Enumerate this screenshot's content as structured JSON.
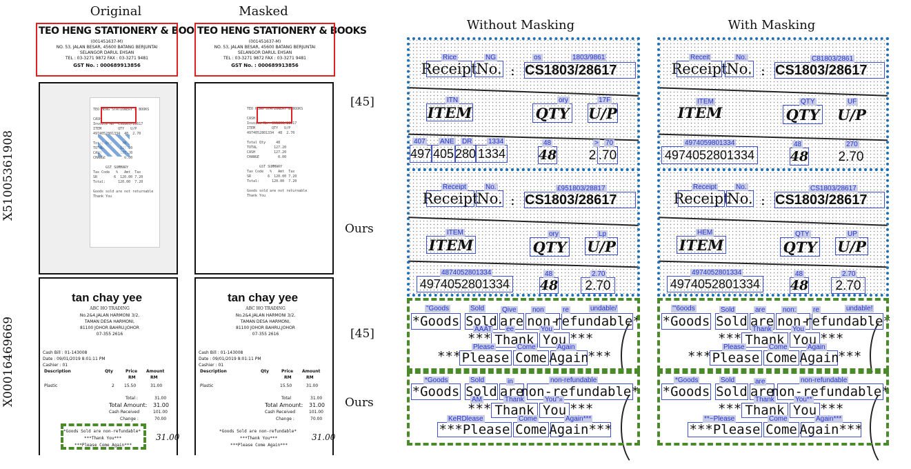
{
  "headers": {
    "original": "Original",
    "masked": "Masked",
    "without_masking": "Without Masking",
    "with_masking": "With Masking"
  },
  "row_labels": {
    "ref1": "[45]",
    "ours1": "Ours",
    "ref2": "[45]",
    "ours2": "Ours"
  },
  "receipt_ids": {
    "r1": "X51005361908",
    "r2": "X00016469669"
  },
  "colors": {
    "red_box": "#e02020",
    "blue_box": "#1f6fb5",
    "green_box": "#4a8a2a",
    "pred_label_text": "#2233cc",
    "token_box": "#3d4fd6"
  },
  "receipt_top": {
    "company": "TEO HENG STATIONERY & BOOKS",
    "reg": "(001451637-M)",
    "addr1": "NO. 53, JALAN BESAR, 45600 BATANG BERJUNTAI",
    "addr2": "SELANGOR DARUL EHSAN",
    "tel": "TEL : 03-3271 9872     FAX : 03-3271 9481",
    "gst": "GST No. : 000689913856"
  },
  "receipt_mid": {
    "lines": "TEO HENG STATIONERY & BOOKS\n\nCASH\nInvoice No  CS1803/28617\nITEM        QTY   U/P\n4974052801334  48  2.70\n\nTotal Qty     48\nTOTAL        127.20\nCASH         127.20\nCHANGE         0.00\n\n      GST SUMMARY\nTax Code   %   Amt  Tax\nSR        6  120.00 7.20\nTotal:      120.00  7.20\n\nGoods sold are not returnable\nThank You"
  },
  "receipt_bottom": {
    "name": "tan chay yee",
    "shop": "ABC HO TRADING",
    "addr1": "No.2&4,JALAN HARMONI 3/2,",
    "addr2": "TAMAN DESA HARMONI,",
    "addr3": "81100 JOHOR BAHRU,JOHOR",
    "phone": "07-355 2616",
    "bill": "Cash Bill  :  01-143008",
    "date": "Date       :  09/01/2019 8:01:11 PM",
    "cashier": "Cashier    :  01",
    "hdr_desc": "Description",
    "hdr_qty": "Qty",
    "hdr_price": "Price",
    "hdr_amount": "Amount",
    "rm1": "RM",
    "rm2": "RM",
    "item": "Plastic",
    "item_qty": "2",
    "item_price": "15.50",
    "item_amt": "31.00",
    "total_lbl": "Total :",
    "total_val": "31.00",
    "total_amount_lbl": "Total Amount:",
    "total_amount_val": "31.00",
    "cash_lbl": "Cash Received",
    "cash_val": "101.00",
    "change_lbl": "Change :",
    "change_val": "70.00",
    "footer1": "*Goods Sold are non-refundable*",
    "footer2": "***Thank You***",
    "footer3": "***Please Come Again***",
    "handwritten": "31.00",
    "masked_total_lbl": "Total",
    "masked_item_qty": ""
  },
  "zoom_receipt_tokens": {
    "receipt": "Receipt",
    "no": "No.",
    "colon": ":",
    "invoice": "CS1803/28617",
    "item": "ITEM",
    "qty": "QTY",
    "up": "U/P",
    "barcode": "4974052801334",
    "barcode_a": "497",
    "barcode_b": "405",
    "barcode_c": "280",
    "barcode_d": "1334",
    "qty_val": "48",
    "price_a": "2",
    "price_b": ".70",
    "price": "2.70"
  },
  "zoom_footer_tokens": {
    "goods": "*Goods",
    "sold": "Sold",
    "are": "are",
    "non": "non-",
    "refundable": "refundable*",
    "nonrefundable": "non-refundable*",
    "stars1": "***",
    "thank": "Thank",
    "you": "You",
    "stars2": "***",
    "please": "***Please",
    "please_plain": "Please",
    "come": "Come",
    "again": "Again",
    "again_stars": "Again***",
    "stars3": "***"
  },
  "predictions": {
    "q1": {
      "receipt": "Rice",
      "no": "NG",
      "colon": "os",
      "invoice": "1803/9861",
      "item": "ITN",
      "qty": "ory",
      "up": "17F",
      "b1": "407",
      "b2": "ANE",
      "b3": "DR",
      "b4": "1334",
      "qty_val": "48",
      "p1": ">",
      "p2": "70"
    },
    "q2": {
      "receipt": "Receit",
      "no": "No.",
      "invoice": "C81803/2861",
      "item": "ITEM",
      "qty": "QTY",
      "up": "UF",
      "barcode": "4974059801334",
      "qty_val": "48",
      "price": "270"
    },
    "q3": {
      "receipt": "Receipt",
      "no": "No.",
      "invoice": "£951803/28817",
      "item": "ITEM",
      "qty": "ory",
      "up": "Lp",
      "barcode": "4874052801334",
      "qty_val": "48",
      "price": "2.70"
    },
    "q4": {
      "receipt": "Receipt",
      "no": "No.",
      "invoice": "CS1803/28617",
      "item": "HEM",
      "qty": "QTY",
      "up": "UP",
      "barcode": "4974052801334",
      "qty_val": "48",
      "price": "2.70"
    },
    "g1": {
      "goods": "\"Goods",
      "sold": "Sold",
      "are": "Qive",
      "non": "non",
      "re": "re",
      "refundable": "undable/",
      "stars1": "AAAT",
      "thank": "ee",
      "you": "You",
      "please": "Please",
      "come": "Come",
      "again": "Again"
    },
    "g2": {
      "goods": "'\"6oods",
      "sold": "Sold",
      "are": "are",
      "non": "non:",
      "re": "re",
      "refundable": "undable!",
      "thank": "Thank",
      "you": "You",
      "please": "Please",
      "come": "Come",
      "again": "Again"
    },
    "g3": {
      "goods": "*Goods",
      "sold": "Sold",
      "are": "in",
      "nonrefundable": "non-refundable",
      "stars1": "AM",
      "thank": "Thank",
      "you": "You\"»",
      "please": "KeRDlease",
      "come": "Come",
      "again": "Again***"
    },
    "g4": {
      "goods": "*Goods",
      "sold": "Sold",
      "are": "are",
      "nonrefundable": "non-refundable",
      "thank": "Thank",
      "you": "You**",
      "please": "**~Please",
      "come": "Come",
      "again": "Again***"
    }
  }
}
